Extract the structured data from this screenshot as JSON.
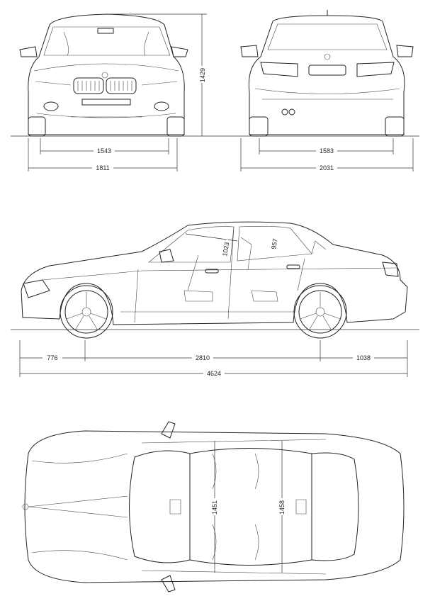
{
  "front_view": {
    "height": "1429",
    "track": "1543",
    "width": "1811"
  },
  "rear_view": {
    "track": "1583",
    "width_mirrors": "2031"
  },
  "side_view": {
    "front_headroom": "1023",
    "rear_headroom": "957",
    "front_overhang": "776",
    "wheelbase": "2810",
    "rear_overhang": "1038",
    "length": "4624"
  },
  "top_view": {
    "front_shoulder": "1451",
    "rear_shoulder": "1458"
  }
}
